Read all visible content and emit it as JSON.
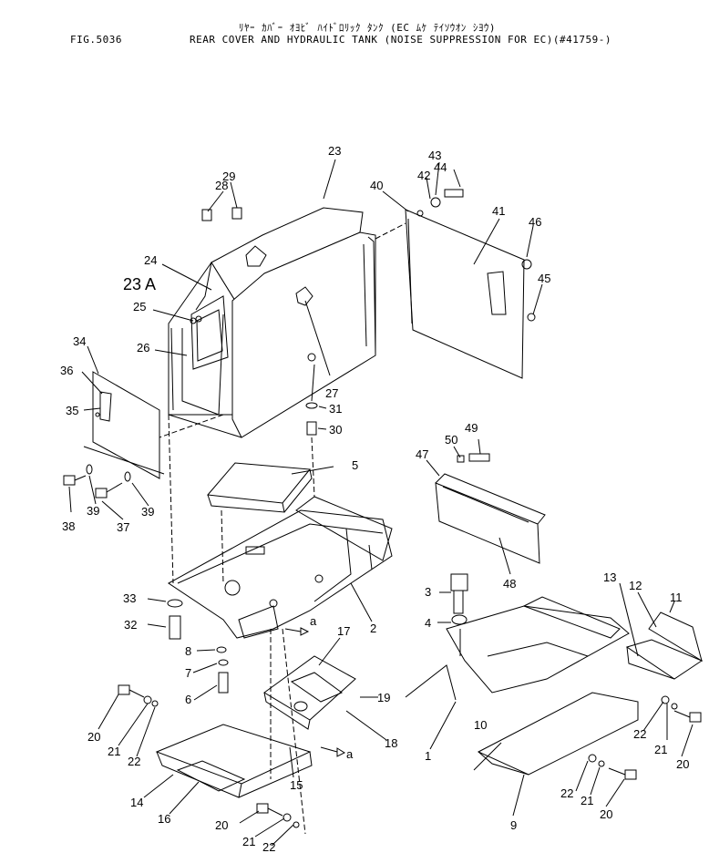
{
  "header": {
    "kana_title": "ﾘﾔｰ ｶﾊﾞｰ ｵﾖﾋﾞ ﾊｲﾄﾞﾛﾘｯｸ ﾀﾝｸ (EC ﾑｹ ﾃｲｿｳｵﾝ ｼﾖｳ)",
    "fig_no": "FIG.5036",
    "title": "REAR COVER AND HYDRAULIC TANK (NOISE SUPPRESSION FOR EC)(#41759-)"
  },
  "callouts": [
    "23",
    "29",
    "28",
    "43",
    "44",
    "42",
    "40",
    "41",
    "46",
    "24",
    "23 A",
    "25",
    "45",
    "34",
    "26",
    "36",
    "35",
    "27",
    "31",
    "30",
    "49",
    "50",
    "47",
    "5",
    "39",
    "38",
    "39",
    "37",
    "48",
    "3",
    "13",
    "12",
    "11",
    "33",
    "2",
    "32",
    "4",
    "a",
    "17",
    "8",
    "7",
    "19",
    "6",
    "20",
    "18",
    "21",
    "22",
    "1",
    "10",
    "14",
    "a",
    "22",
    "21",
    "20",
    "15",
    "16",
    "22",
    "21",
    "20",
    "20",
    "21",
    "22",
    "9"
  ]
}
